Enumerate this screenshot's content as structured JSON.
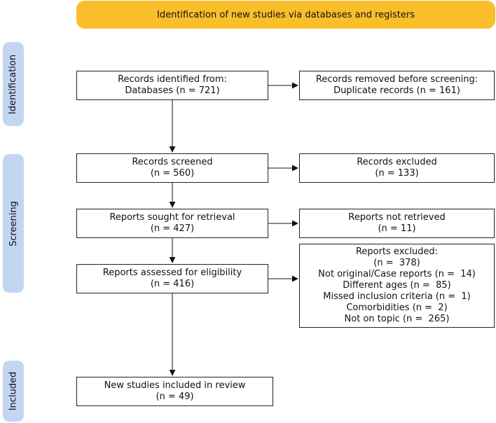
{
  "header": {
    "title": "Identification of new studies via databases and registers"
  },
  "phases": {
    "identification": "Identification",
    "screening": "Screening",
    "included": "Included"
  },
  "boxes": {
    "identified": {
      "line1": "Records identified from:",
      "line2": "Databases (n = 721)"
    },
    "removed": {
      "line1": "Records removed before screening:",
      "line2": "Duplicate records (n = 161)"
    },
    "screened": {
      "line1": "Records screened",
      "line2": "(n = 560)"
    },
    "excluded": {
      "line1": "Records excluded",
      "line2": "(n = 133)"
    },
    "sought": {
      "line1": "Reports sought for retrieval",
      "line2": "(n = 427)"
    },
    "not_retrieved": {
      "line1": "Reports not retrieved",
      "line2": "(n = 11)"
    },
    "assessed": {
      "line1": "Reports assessed for eligibility",
      "line2": "(n = 416)"
    },
    "reports_excluded": {
      "lines": [
        "Reports excluded:",
        "(n =  378)",
        "Not original/Case reports (n =  14)",
        "Different ages (n =  85)",
        "Missed inclusion criteria (n =  1)",
        "Comorbidities (n =  2)",
        "Not on topic (n =  265)"
      ]
    },
    "included": {
      "line1": "New studies included in review",
      "line2": "(n = 49)"
    }
  },
  "colors": {
    "header": "#fbbe2b",
    "phase": "#c3d6f1"
  }
}
